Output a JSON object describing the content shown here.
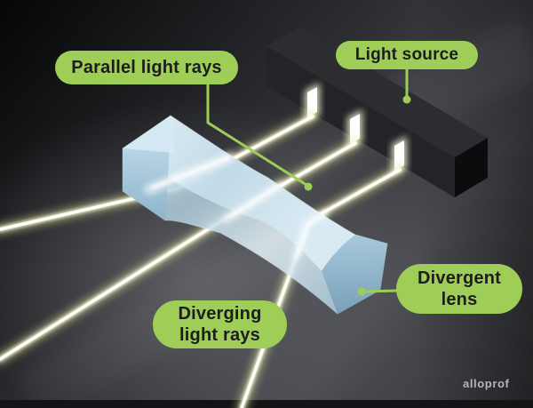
{
  "labels": {
    "parallel": "Parallel light rays",
    "light_source": "Light source",
    "divergent_lens": "Divergent\nlens",
    "diverging": "Diverging\nlight rays"
  },
  "watermark": "alloprof",
  "colors": {
    "label_background": "#9ECD58",
    "label_text": "#1D1D1D",
    "callout_green": "#9ECD58",
    "ray_core": "#FFFFF6",
    "ray_glow": "#E2E496",
    "lens_blue": "#BFDCEB",
    "box_top": "#2C2D30",
    "box_front": "#232428",
    "box_end_cap": "#0C0C0E",
    "background_light": "#55565A",
    "watermark_gray": "#B4B5B8"
  }
}
